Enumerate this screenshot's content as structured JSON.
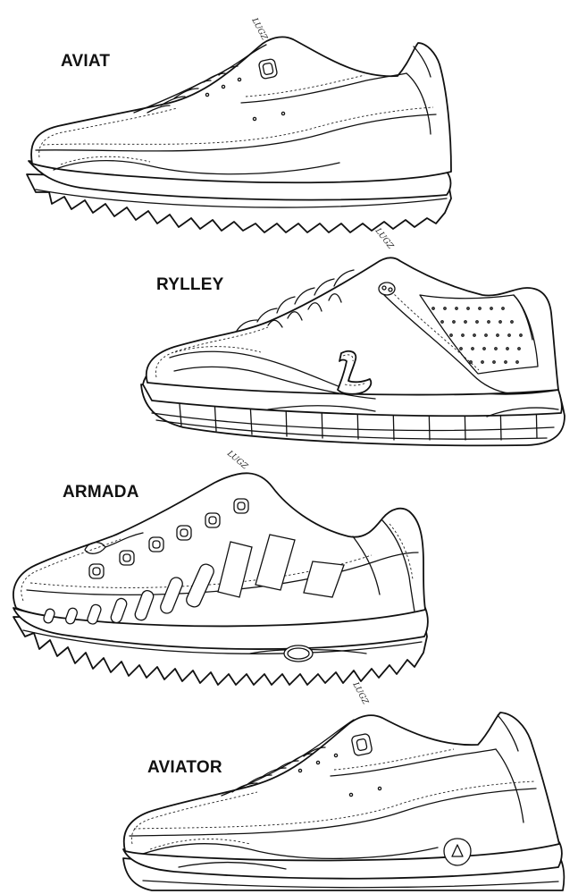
{
  "shoes": [
    {
      "id": "aviat",
      "label": "AVIAT",
      "brand_mark": "LUGZ"
    },
    {
      "id": "rylley",
      "label": "RYLLEY",
      "brand_mark": "LUGZ"
    },
    {
      "id": "armada",
      "label": "ARMADA",
      "brand_mark": "LUGZ"
    },
    {
      "id": "aviator",
      "label": "AVIATOR",
      "brand_mark": "LUGZ"
    }
  ]
}
